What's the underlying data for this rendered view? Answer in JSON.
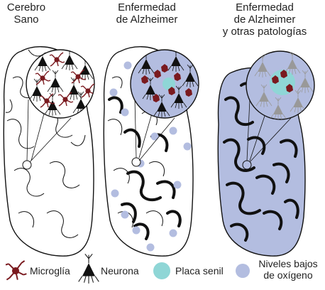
{
  "titles": {
    "healthy": "Cerebro\nSano",
    "alzheimer": "Enfermedad\nde Alzheimer",
    "alzheimer_other": "Enfermedad\nde Alzheimer\ny otras patologías"
  },
  "legend": {
    "microglia": "Microglía",
    "neuron": "Neurona",
    "plaque": "Placa senil",
    "low_oxygen": "Niveles bajos\nde oxígeno"
  },
  "colors": {
    "microglia": "#7a1a1f",
    "neuron": "#111111",
    "plaque": "#8fd6d6",
    "low_oxygen": "#b3bde0",
    "brain_fill_third": "#b3bde0",
    "outline": "#111111",
    "grey_neuron": "#999999"
  },
  "icons": [
    "microglia-icon",
    "neuron-icon",
    "plaque-icon",
    "low-oxygen-icon"
  ]
}
